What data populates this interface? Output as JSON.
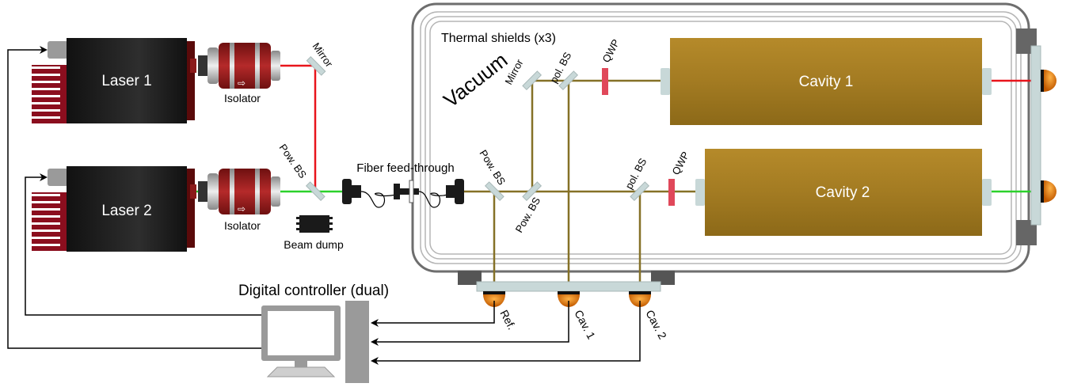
{
  "labels": {
    "laser1": "Laser 1",
    "laser2": "Laser 2",
    "isolator1": "Isolator",
    "isolator2": "Isolator",
    "mirror_top": "Mirror",
    "pow_bs_left": "Pow. BS",
    "beam_dump": "Beam dump",
    "fiber_feedthrough": "Fiber feed-through",
    "thermal_shields": "Thermal shields (x3)",
    "vacuum": "Vacuum",
    "mirror_inner": "Mirror",
    "pol_bs_upper": "pol. BS",
    "qwp_upper": "QWP",
    "cavity1": "Cavity 1",
    "pow_bs_inner_top": "Pow. BS",
    "pow_bs_inner_bottom": "Pow. BS",
    "pol_bs_lower": "pol. BS",
    "qwp_lower": "QWP",
    "cavity2": "Cavity 2",
    "digital_controller": "Digital controller (dual)",
    "det_ref": "Ref.",
    "det_cav1": "Cav. 1",
    "det_cav2": "Cav. 2"
  },
  "colors": {
    "laser1_beam": "#e8141b",
    "laser2_beam": "#2bd12b",
    "fiber_beam": "#857127",
    "cavity": "#a37b22",
    "laser_body": "#222222",
    "isolator": "#8b1a1a",
    "vacuum_frame": "#707070",
    "optic": "#c8d8d8",
    "qwp": "#e0485a",
    "detector": "#e07a10"
  }
}
